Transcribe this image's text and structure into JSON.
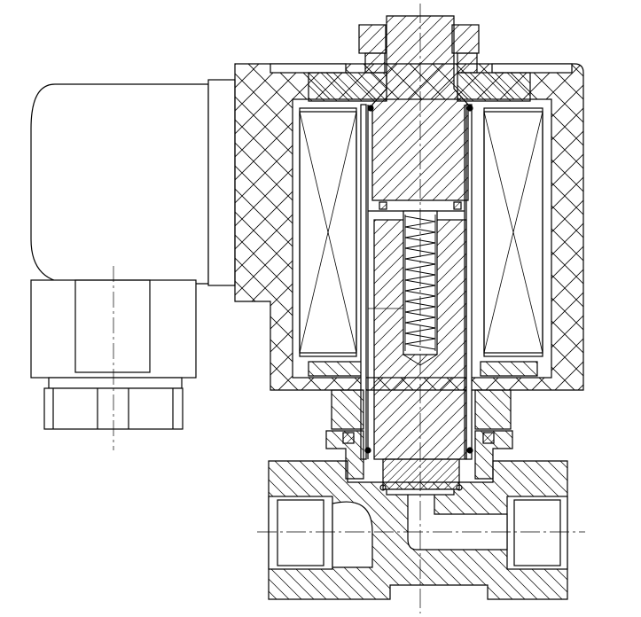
{
  "drawing": {
    "type": "technical cross-section",
    "colors": {
      "line": "#000000",
      "background": "#ffffff"
    },
    "hatches": {
      "coil_housing": "crosshatch",
      "valve_body": "diagonal",
      "plunger": "diagonal",
      "connector_housing": "none"
    },
    "components": [
      "connector-plug",
      "coil-housing",
      "coil-left",
      "coil-right",
      "armature-tube",
      "fixed-core",
      "plunger",
      "spring",
      "top-nut",
      "valve-body",
      "inlet-port",
      "outlet-port",
      "seat-seal",
      "o-rings"
    ]
  }
}
